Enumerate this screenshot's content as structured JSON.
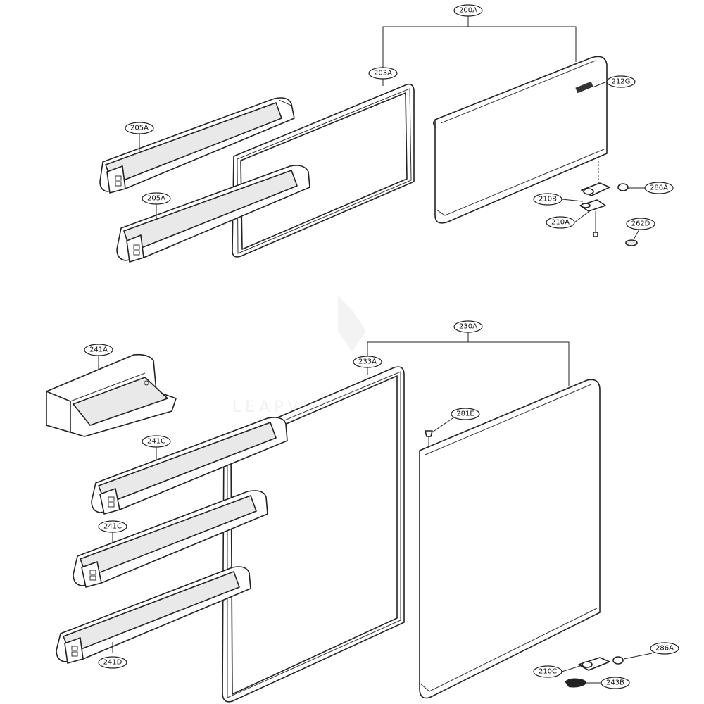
{
  "labels": {
    "l200A": "200A",
    "l203A": "203A",
    "l212G": "212G",
    "l205A_top": "205A",
    "l205A_bottom": "205A",
    "l286A_top": "286A",
    "l210B": "210B",
    "l210A": "210A",
    "l262D": "262D",
    "l230A": "230A",
    "l233A": "233A",
    "l241A": "241A",
    "l241C_top": "241C",
    "l241C_bottom": "241C",
    "l241D": "241D",
    "l281E": "281E",
    "l286A_bottom": "286A",
    "l210C": "210C",
    "l243B": "243B"
  }
}
